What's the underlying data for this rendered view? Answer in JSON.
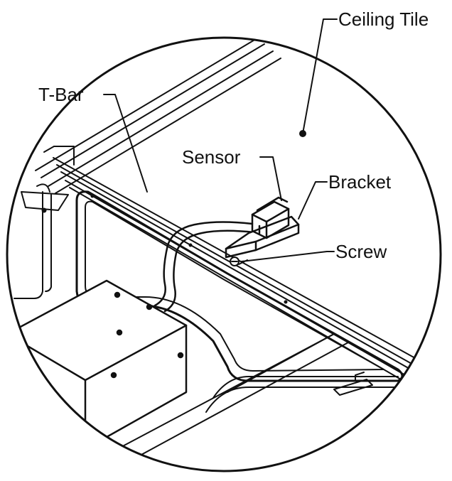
{
  "diagram": {
    "labels": {
      "ceiling_tile": "Ceiling Tile",
      "t_bar": "T-Bar",
      "sensor": "Sensor",
      "bracket": "Bracket",
      "screw": "Screw"
    },
    "colors": {
      "ink": "#111111",
      "paper": "#ffffff"
    }
  }
}
